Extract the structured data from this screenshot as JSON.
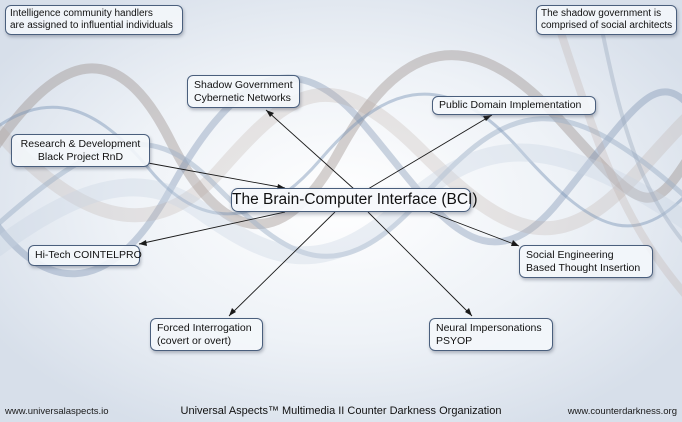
{
  "notes": {
    "top_left": [
      "Intelligence community handlers",
      "are assigned to influential individuals"
    ],
    "top_right": [
      "The shadow government is",
      "comprised of social architects"
    ]
  },
  "center_node": "The Brain-Computer Interface (BCI)",
  "nodes": {
    "shadow_gov": [
      "Shadow Government",
      "Cybernetic Networks"
    ],
    "public_domain": [
      "Public Domain Implementation"
    ],
    "research": [
      "Research & Development",
      "Black Project RnD"
    ],
    "cointelpro": [
      "Hi-Tech COINTELPRO"
    ],
    "social_eng": [
      "Social Engineering",
      "Based Thought Insertion"
    ],
    "interrogation": [
      "Forced Interrogation",
      "(covert or overt)"
    ],
    "neural": [
      "Neural Impersonations",
      "PSYOP"
    ]
  },
  "footer": {
    "left": "www.universalaspects.io",
    "center": "Universal Aspects™ Multimedia II Counter Darkness Organization",
    "right": "www.counterdarkness.org"
  }
}
